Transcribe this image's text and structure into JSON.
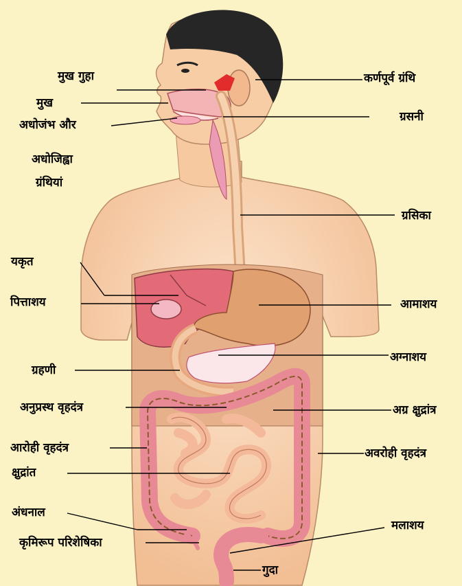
{
  "labels": {
    "mukh_guha": "मुख गुहा",
    "mukh": "मुख",
    "adhojambh_line1": "अधोजंभ और",
    "adhojambh_line2": "अधोजिह्वा",
    "adhojambh_line3": "ग्रंथियां",
    "karnapurv": "कर्णपूर्व ग्रंथि",
    "grasni": "ग्रसनी",
    "grasika": "ग्रसिका",
    "yakrit": "यकृत",
    "pittashay": "पित्ताशय",
    "amashay": "आमाशय",
    "agnashay": "अग्नाशय",
    "grahni": "ग्रहणी",
    "anuprasth": "अनुप्रस्थ वृहदंत्र",
    "agra_kshudrantra": "अग्र क्षुद्रांत्र",
    "arohi": "आरोही वृहदंत्र",
    "avarohi": "अवरोही वृहदंत्र",
    "kshudrant": "क्षुद्रांत",
    "andhnal": "अंधनाल",
    "krimirup": "कृमिरूप परिशेषिका",
    "malashay": "मलाशय",
    "guda": "गुदा"
  },
  "colors": {
    "background": "#fbf3c6",
    "skin": "#f5c9a2",
    "hair": "#262626",
    "organ_pink": "#e8909a",
    "organ_dark": "#b05060",
    "liver": "#e36b78",
    "stomach": "#e0a070",
    "intestine": "#f2b088",
    "colon": "#e88a95",
    "leader_line": "#000000"
  }
}
